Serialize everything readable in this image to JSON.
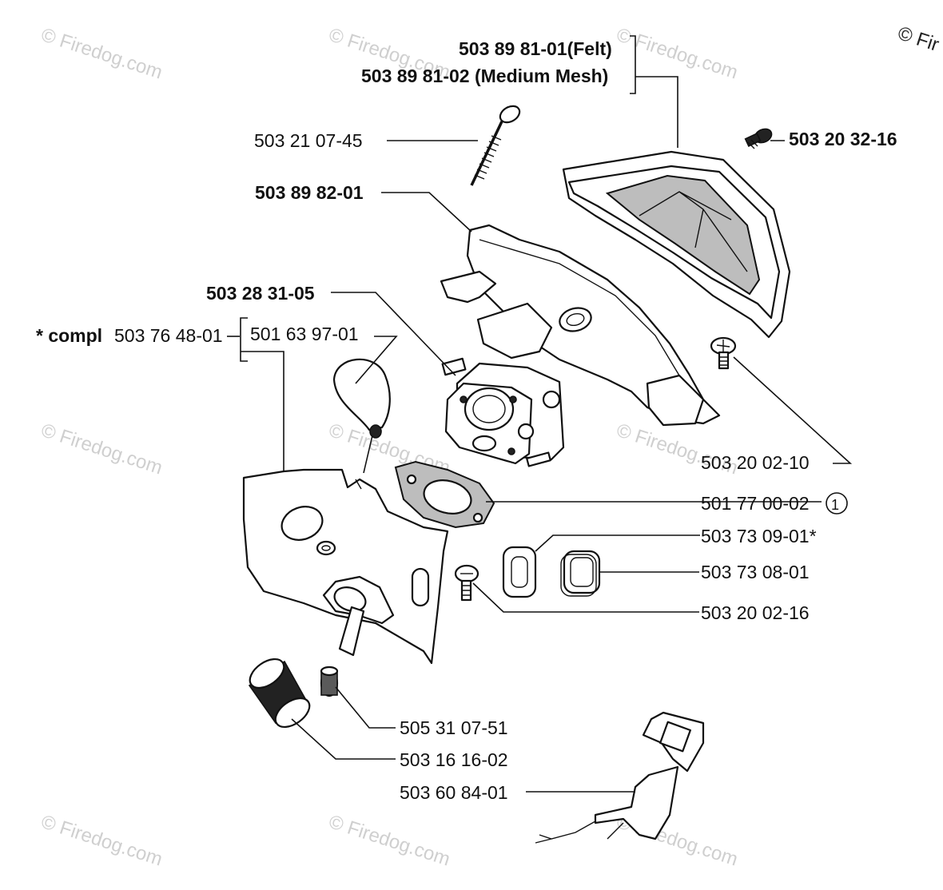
{
  "watermark": {
    "text": "© Firedog.com",
    "corner_text": "© Fir"
  },
  "labels": {
    "air_filter_felt": "503 89 81-01(Felt)",
    "air_filter_mesh": "503 89 81-02 (Medium Mesh)",
    "screw_long": "503 21 07-45",
    "filter_screw": "503 20 32-16",
    "filter_holder": "503 89 82-01",
    "carburetor": "503 28 31-05",
    "compl_prefix": "* compl",
    "compl_number": "503 76 48-01",
    "bulb": "501 63 97-01",
    "screw_right": "503 20 02-10",
    "gasket": "501 77 00-02",
    "gasket_note": "1",
    "grommet_a": "503 73 09-01*",
    "grommet_b": "503 73 08-01",
    "screw_lower": "503 20 02-16",
    "sleeve": "505 31 07-51",
    "boot": "503 16 16-02",
    "throttle_rod": "503 60 84-01"
  }
}
